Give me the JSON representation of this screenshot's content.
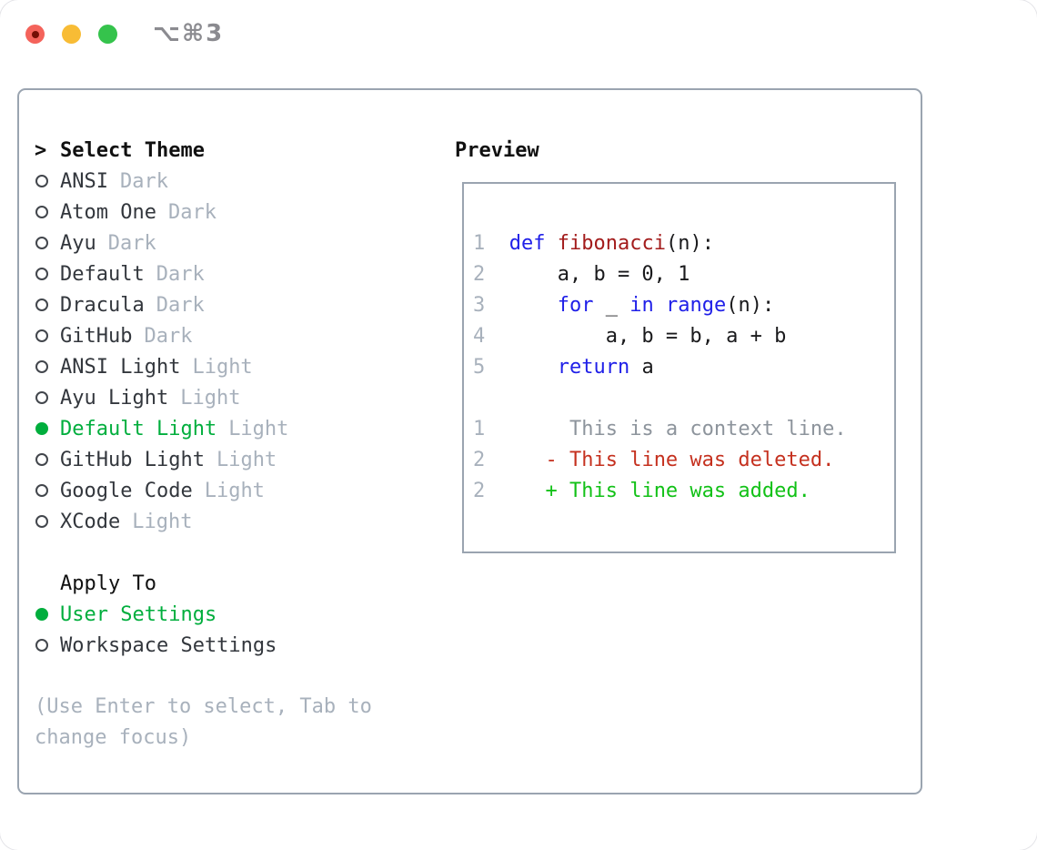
{
  "window": {
    "shortcut_label": "⌥⌘3",
    "controls": [
      {
        "icon": "close",
        "color": "#f4635b",
        "inner_dot": true
      },
      {
        "icon": "minimize",
        "color": "#f8bc35",
        "inner_dot": false
      },
      {
        "icon": "zoom",
        "color": "#35c34c",
        "inner_dot": false
      }
    ]
  },
  "theme_selector": {
    "header_marker": ">",
    "header_label": "Select Theme",
    "themes": [
      {
        "name": "ANSI",
        "tag": "Dark",
        "selected": false
      },
      {
        "name": "Atom One",
        "tag": "Dark",
        "selected": false
      },
      {
        "name": "Ayu",
        "tag": "Dark",
        "selected": false
      },
      {
        "name": "Default",
        "tag": "Dark",
        "selected": false
      },
      {
        "name": "Dracula",
        "tag": "Dark",
        "selected": false
      },
      {
        "name": "GitHub",
        "tag": "Dark",
        "selected": false
      },
      {
        "name": "ANSI Light",
        "tag": "Light",
        "selected": false
      },
      {
        "name": "Ayu Light",
        "tag": "Light",
        "selected": false
      },
      {
        "name": "Default Light",
        "tag": "Light",
        "selected": true
      },
      {
        "name": "GitHub Light",
        "tag": "Light",
        "selected": false
      },
      {
        "name": "Google Code",
        "tag": "Light",
        "selected": false
      },
      {
        "name": "XCode",
        "tag": "Light",
        "selected": false
      }
    ],
    "apply_to_label": "Apply To",
    "apply_options": [
      {
        "name": "User Settings",
        "selected": true
      },
      {
        "name": "Workspace Settings",
        "selected": false
      }
    ],
    "help_line1": "(Use Enter to select, Tab to",
    "help_line2": "change focus)"
  },
  "preview": {
    "label": "Preview",
    "lines": [
      {
        "segments": [
          {
            "t": "1",
            "c": "ln"
          },
          {
            "t": "  ",
            "c": "pl"
          },
          {
            "t": "def",
            "c": "kw"
          },
          {
            "t": " ",
            "c": "pl"
          },
          {
            "t": "fibonacci",
            "c": "fn"
          },
          {
            "t": "(n):",
            "c": "pl"
          }
        ]
      },
      {
        "segments": [
          {
            "t": "2",
            "c": "ln"
          },
          {
            "t": "      a, b = 0, 1",
            "c": "pl"
          }
        ]
      },
      {
        "segments": [
          {
            "t": "3",
            "c": "ln"
          },
          {
            "t": "      ",
            "c": "pl"
          },
          {
            "t": "for",
            "c": "kw"
          },
          {
            "t": " _ ",
            "c": "pl"
          },
          {
            "t": "in",
            "c": "kw"
          },
          {
            "t": " ",
            "c": "pl"
          },
          {
            "t": "range",
            "c": "kw"
          },
          {
            "t": "(n):",
            "c": "pl"
          }
        ]
      },
      {
        "segments": [
          {
            "t": "4",
            "c": "ln"
          },
          {
            "t": "          a, b = b, a + b",
            "c": "pl"
          }
        ]
      },
      {
        "segments": [
          {
            "t": "5",
            "c": "ln"
          },
          {
            "t": "      ",
            "c": "pl"
          },
          {
            "t": "return",
            "c": "kw"
          },
          {
            "t": " a",
            "c": "pl"
          }
        ]
      },
      {
        "segments": []
      },
      {
        "segments": [
          {
            "t": "1",
            "c": "ln"
          },
          {
            "t": "       This is a context line.",
            "c": "ctx"
          }
        ]
      },
      {
        "segments": [
          {
            "t": "2",
            "c": "ln"
          },
          {
            "t": "     ",
            "c": "pl"
          },
          {
            "t": "- This line was deleted.",
            "c": "del"
          }
        ]
      },
      {
        "segments": [
          {
            "t": "2",
            "c": "ln"
          },
          {
            "t": "     ",
            "c": "pl"
          },
          {
            "t": "+ This line was added.",
            "c": "add"
          }
        ]
      }
    ]
  },
  "colors": {
    "keyword": "#1f1fe8",
    "function": "#a31c1c",
    "plain": "#1a1a1c",
    "context": "#8d949c",
    "deleted": "#c5311f",
    "added": "#12c117",
    "selected": "#00ae3d",
    "theme-name": "#33373d",
    "muted": "#a8b1bc",
    "border": "#9aa4b0",
    "heading": "#111111",
    "shortcut": "#8b8b90"
  }
}
